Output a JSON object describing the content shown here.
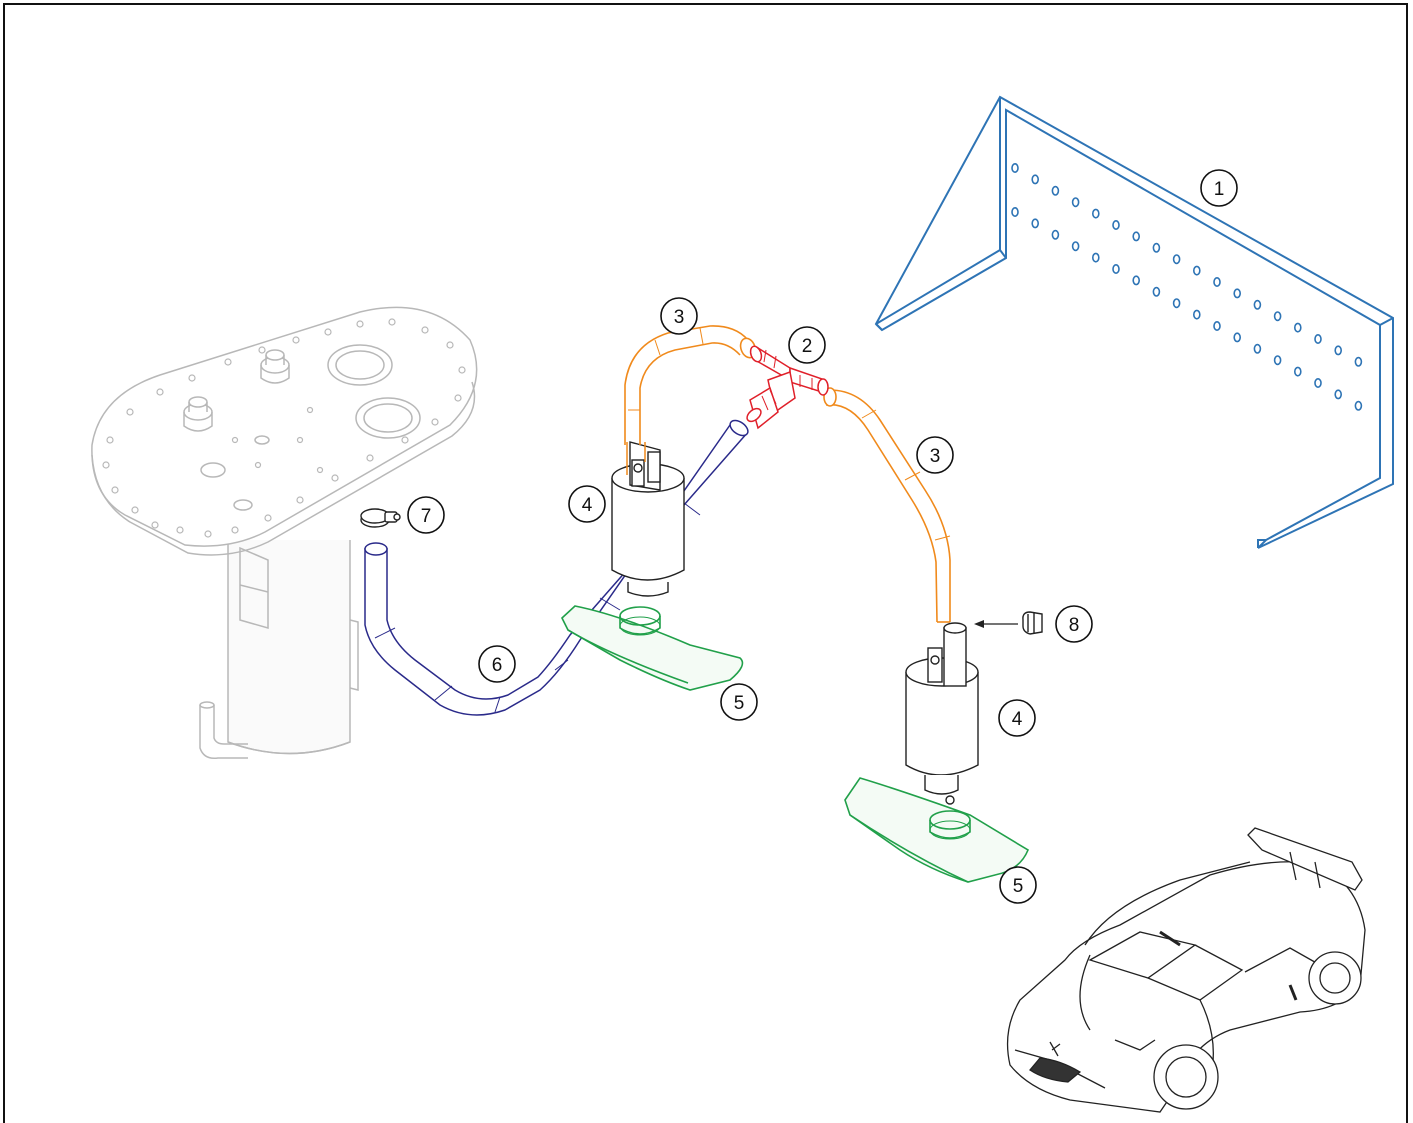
{
  "callouts": {
    "c1": "1",
    "c2": "2",
    "c3a": "3",
    "c3b": "3",
    "c4a": "4",
    "c4b": "4",
    "c5a": "5",
    "c5b": "5",
    "c6": "6",
    "c7": "7",
    "c8": "8"
  },
  "colors": {
    "baffle": "#2e74b5",
    "tee_fitting": "#e0202a",
    "fuel_hose": "#f08a1c",
    "return_hose": "#2a2a8a",
    "strainer": "#21a04a",
    "ghost_parts": "#b8b8b8",
    "outline": "#222222"
  },
  "icons": {
    "item_1": "baffle-plate-icon",
    "item_2": "tee-fitting-icon",
    "item_3": "fuel-hose-icon",
    "item_4": "fuel-pump-icon",
    "item_5": "pump-strainer-icon",
    "item_6": "return-hose-icon",
    "item_7": "hose-clamp-icon",
    "item_8": "hose-clip-icon",
    "context_1": "fuel-tank-flange-icon",
    "context_2": "car-locator-icon"
  }
}
